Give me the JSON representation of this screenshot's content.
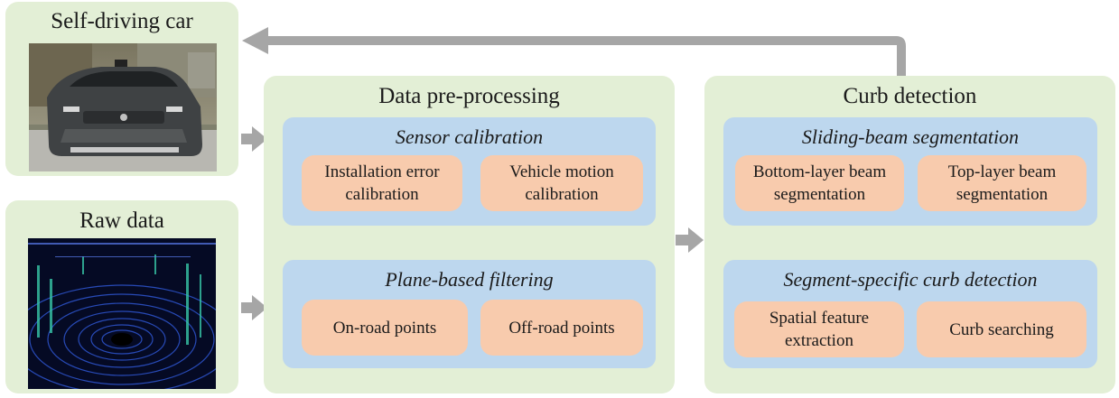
{
  "colors": {
    "panel_green": "#e3efd6",
    "panel_blue": "#bdd7ee",
    "box_orange": "#f8cbad",
    "arrow_gray": "#a6a6a6"
  },
  "self_driving_car": {
    "title": "Self-driving car"
  },
  "raw_data": {
    "title": "Raw data"
  },
  "data_preprocessing": {
    "title": "Data pre-processing",
    "sensor_calibration": {
      "title": "Sensor calibration",
      "boxes": [
        "Installation error\ncalibration",
        "Vehicle motion\ncalibration"
      ]
    },
    "plane_filtering": {
      "title": "Plane-based filtering",
      "boxes": [
        "On-road points",
        "Off-road points"
      ]
    }
  },
  "curb_detection": {
    "title": "Curb detection",
    "sliding_beam": {
      "title": "Sliding-beam segmentation",
      "boxes": [
        "Bottom-layer beam\nsegmentation",
        "Top-layer beam\nsegmentation"
      ]
    },
    "segment_specific": {
      "title": "Segment-specific curb detection",
      "boxes": [
        "Spatial feature\nextraction",
        "Curb searching"
      ]
    }
  }
}
